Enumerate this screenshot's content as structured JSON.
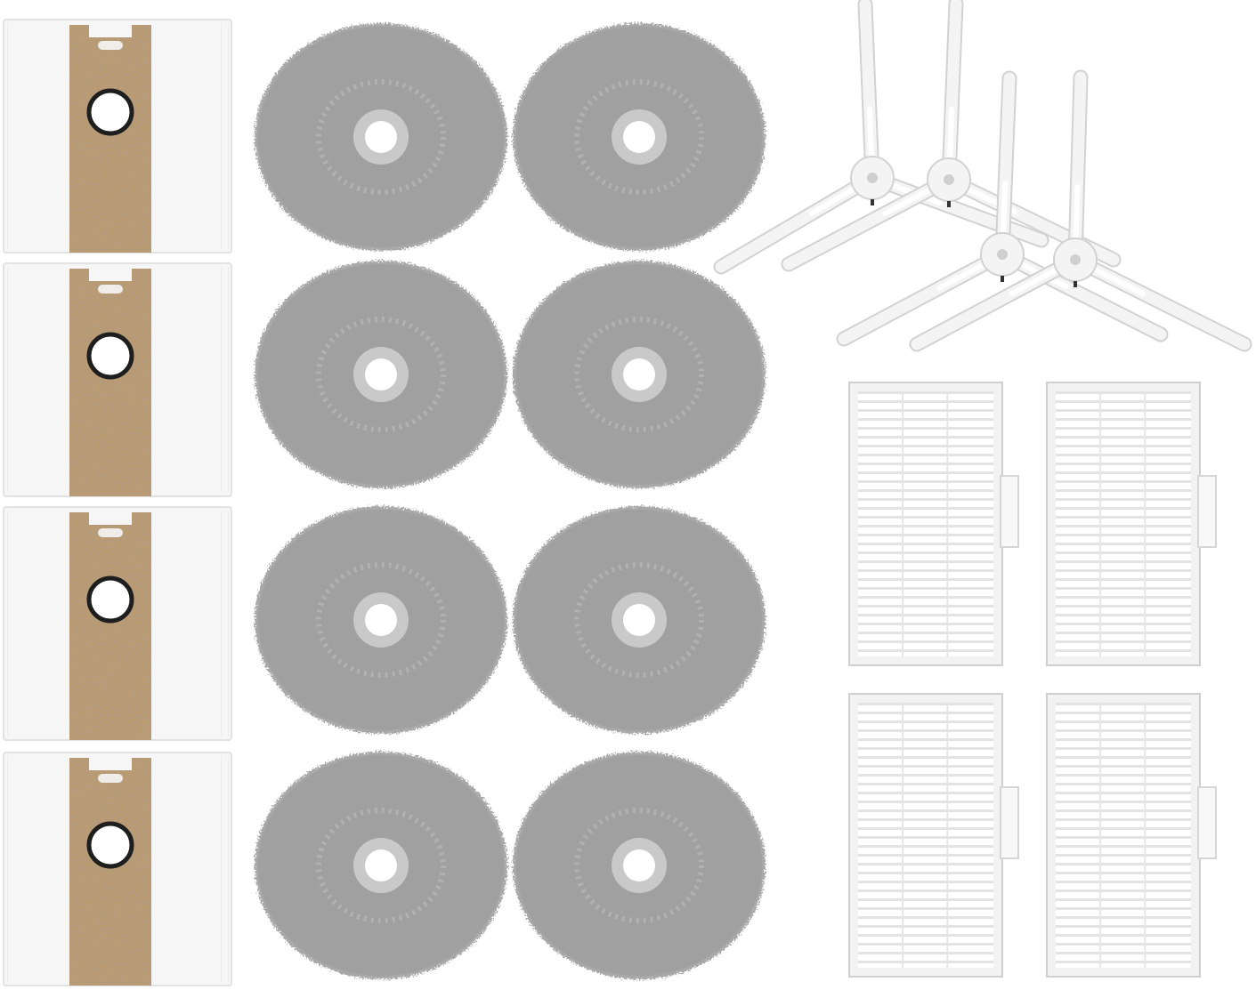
{
  "scene": {
    "background": "#ffffff",
    "groups": {
      "dust_bags": {
        "count": 4
      },
      "mop_pads": {
        "count": 8
      },
      "side_brushes": {
        "count": 4
      },
      "hepa_filters": {
        "count": 4
      }
    },
    "colors": {
      "bag_fabric": "#f6f6f6",
      "bag_cardboard": "#c09a62",
      "bag_ring": "#1e1e1e",
      "mop_fibre": "#a8a8a8",
      "mop_fibre_dark": "#8f8f8f",
      "mop_center": "#c9c9c9",
      "brush_plastic": "#f4f4f4",
      "brush_outline": "#d2d2d2",
      "filter_frame": "#f2f2f2",
      "filter_pleat": "#dcdcdc"
    }
  }
}
